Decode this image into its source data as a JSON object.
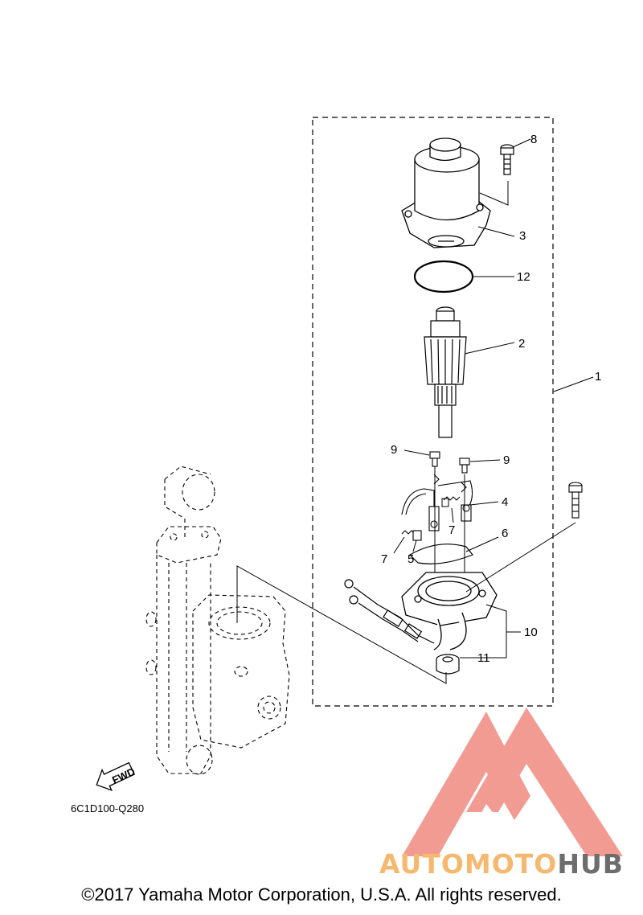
{
  "diagram": {
    "part_labels": {
      "p1": "1",
      "p2": "2",
      "p3": "3",
      "p4": "4",
      "p5": "5",
      "p6": "6",
      "p7a": "7",
      "p7b": "7",
      "p8": "8",
      "p9a": "9",
      "p9b": "9",
      "p10": "10",
      "p11": "11",
      "p12": "12"
    },
    "fwd_label": "FWD",
    "drawing_code": "6C1D100-Q280"
  },
  "watermark": {
    "brand_part1": "AUTOMOTO",
    "brand_part2": "HUB",
    "color_primary": "#f08a80",
    "color_secondary": "#f5c170",
    "color_dark": "#6d6d6d"
  },
  "footer": {
    "copyright": "©2017 Yamaha Motor Corporation, U.S.A. All rights reserved."
  }
}
